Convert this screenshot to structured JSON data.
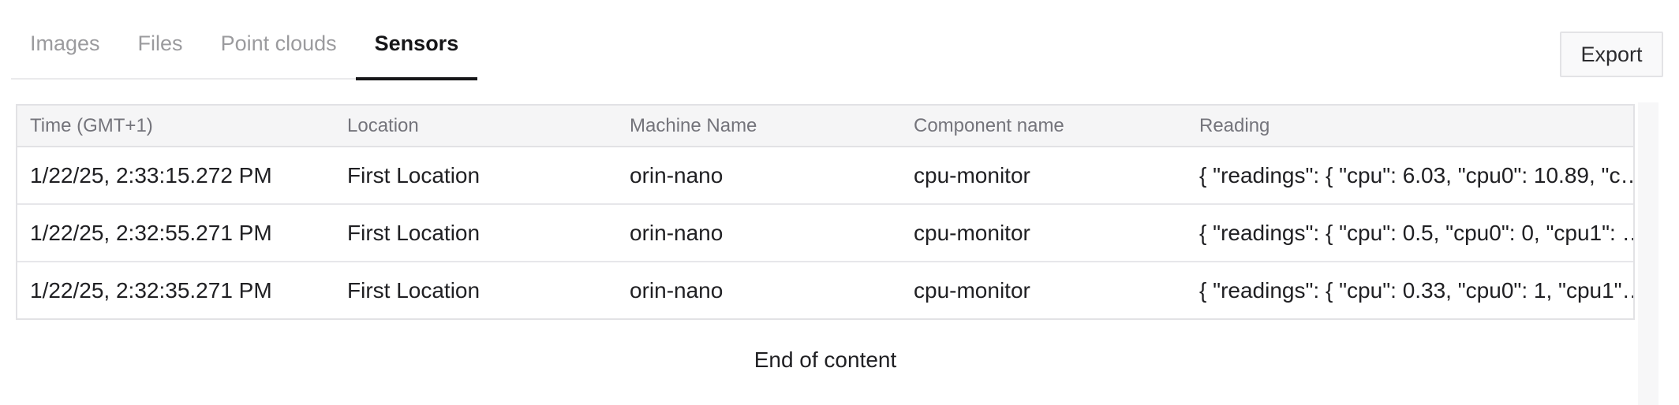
{
  "tabs": {
    "items": [
      {
        "label": "Images",
        "active": false
      },
      {
        "label": "Files",
        "active": false
      },
      {
        "label": "Point clouds",
        "active": false
      },
      {
        "label": "Sensors",
        "active": true
      }
    ]
  },
  "toolbar": {
    "export_label": "Export"
  },
  "table": {
    "columns": [
      "Time (GMT+1)",
      "Location",
      "Machine Name",
      "Component name",
      "Reading"
    ],
    "column_keys": [
      "time",
      "location",
      "machine_name",
      "component_name",
      "reading"
    ],
    "rows": [
      {
        "time": "1/22/25, 2:33:15.272 PM",
        "location": "First Location",
        "machine_name": "orin-nano",
        "component_name": "cpu-monitor",
        "reading": "{ \"readings\": { \"cpu\": 6.03, \"cpu0\": 10.89, \"c…"
      },
      {
        "time": "1/22/25, 2:32:55.271 PM",
        "location": "First Location",
        "machine_name": "orin-nano",
        "component_name": "cpu-monitor",
        "reading": "{ \"readings\": { \"cpu\": 0.5, \"cpu0\": 0, \"cpu1\": …"
      },
      {
        "time": "1/22/25, 2:32:35.271 PM",
        "location": "First Location",
        "machine_name": "orin-nano",
        "component_name": "cpu-monitor",
        "reading": "{ \"readings\": { \"cpu\": 0.33, \"cpu0\": 1, \"cpu1\"…"
      }
    ]
  },
  "footer": {
    "end_of_content": "End of content"
  },
  "colors": {
    "active_tab": "#161618",
    "inactive_tab": "#9b9b9e",
    "header_bg": "#f5f5f6",
    "header_text": "#74747b",
    "cell_text": "#202023",
    "border": "#e2e2e5"
  }
}
